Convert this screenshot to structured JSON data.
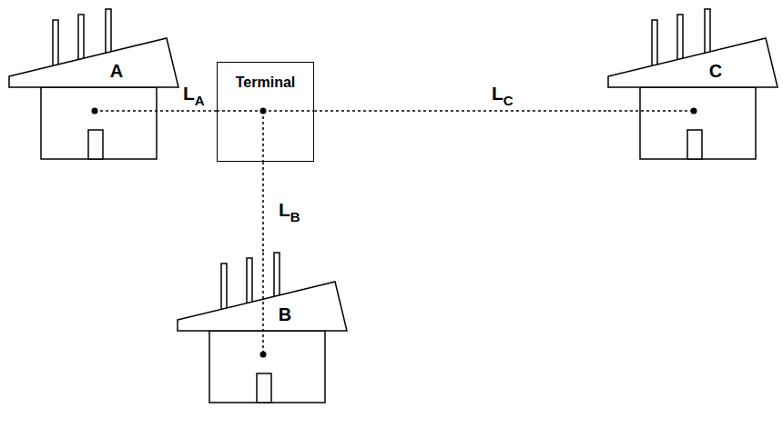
{
  "diagram": {
    "nodes": [
      {
        "text": [
          "A"
        ]
      },
      {
        "text": [
          "Terminal"
        ]
      },
      {
        "text": [
          "C"
        ]
      },
      {
        "text": [
          "B"
        ]
      }
    ],
    "edges": [
      {
        "from": 1,
        "to": 0,
        "arrow": "none",
        "label": "LA"
      },
      {
        "from": 1,
        "to": 2,
        "arrow": "none",
        "label": "LC"
      },
      {
        "from": 1,
        "to": 3,
        "arrow": "none",
        "label": "LB"
      }
    ]
  }
}
